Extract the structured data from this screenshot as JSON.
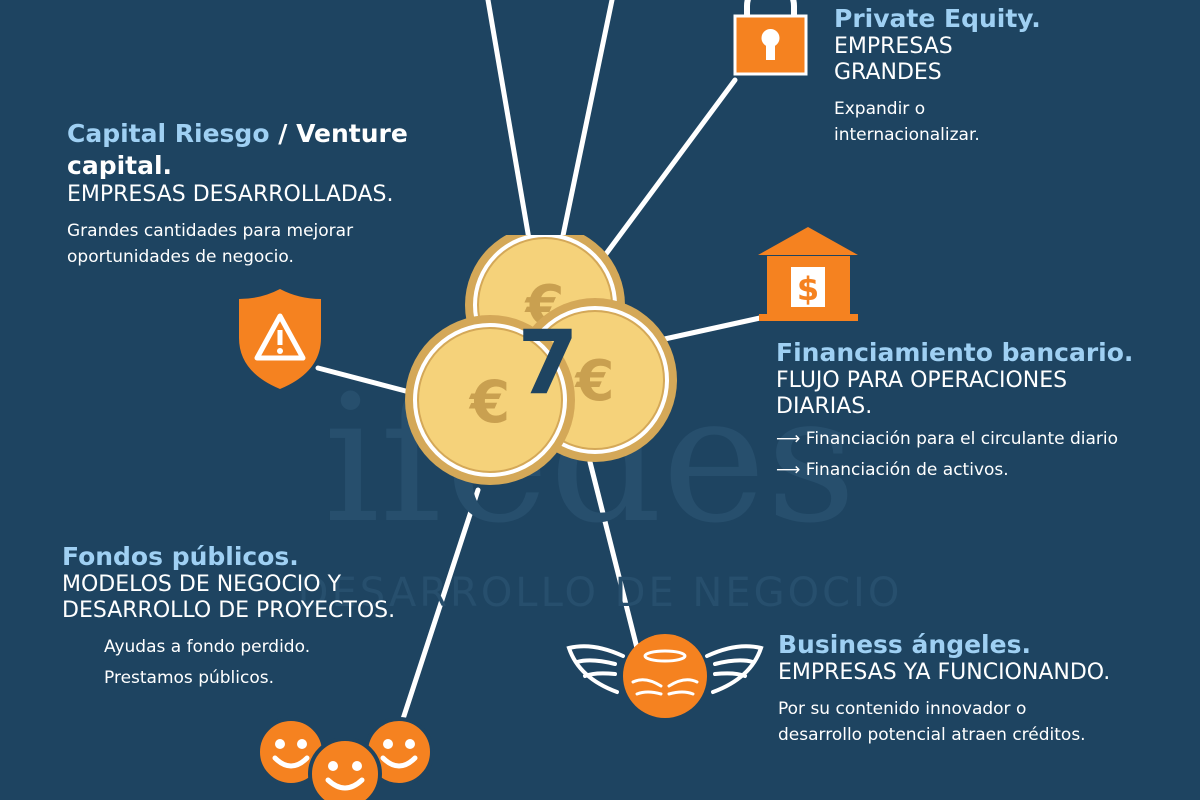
{
  "background": "#1e4461",
  "accent": "#f58220",
  "coin_color": "#f5d27a",
  "headline_color": "#9fd0f3",
  "center": {
    "number": "7",
    "icon": "euro-coins-icon"
  },
  "private_equity": {
    "title": "Private Equity.",
    "subtitle": [
      "EMPRESAS",
      "GRANDES"
    ],
    "description": [
      "Expandir o",
      "internacionalizar."
    ],
    "icon": "lock-icon"
  },
  "venture_capital": {
    "title_a": "Capital Riesgo",
    "title_sep": " / ",
    "title_b": "Venture",
    "title_c": "capital.",
    "subtitle": "EMPRESAS DESARROLLADAS.",
    "description": [
      "Grandes cantidades para mejorar",
      "oportunidades de negocio."
    ],
    "icon": "warning-shield-icon"
  },
  "bank": {
    "title": "Financiamiento bancario.",
    "subtitle": [
      "FLUJO PARA OPERACIONES",
      "DIARIAS."
    ],
    "items": [
      "⟶ Financiación para el circulante diario",
      "⟶ Financiación de activos."
    ],
    "icon": "bank-dollar-icon"
  },
  "public_funds": {
    "title": "Fondos públicos.",
    "subtitle": [
      "MODELOS DE NEGOCIO Y",
      "DESARROLLO DE PROYECTOS."
    ],
    "items": [
      "Ayudas a fondo perdido.",
      "Prestamos públicos."
    ],
    "icon": "smiley-faces-icon"
  },
  "angels": {
    "title": "Business ángeles.",
    "subtitle": "EMPRESAS YA FUNCIONANDO.",
    "description": [
      "Por su contenido innovador o",
      "desarrollo potencial atraen créditos."
    ],
    "icon": "winged-angel-icon"
  },
  "watermark": {
    "text": "ifedes",
    "subtext": "DESARROLLO DE NEGOCIO"
  }
}
